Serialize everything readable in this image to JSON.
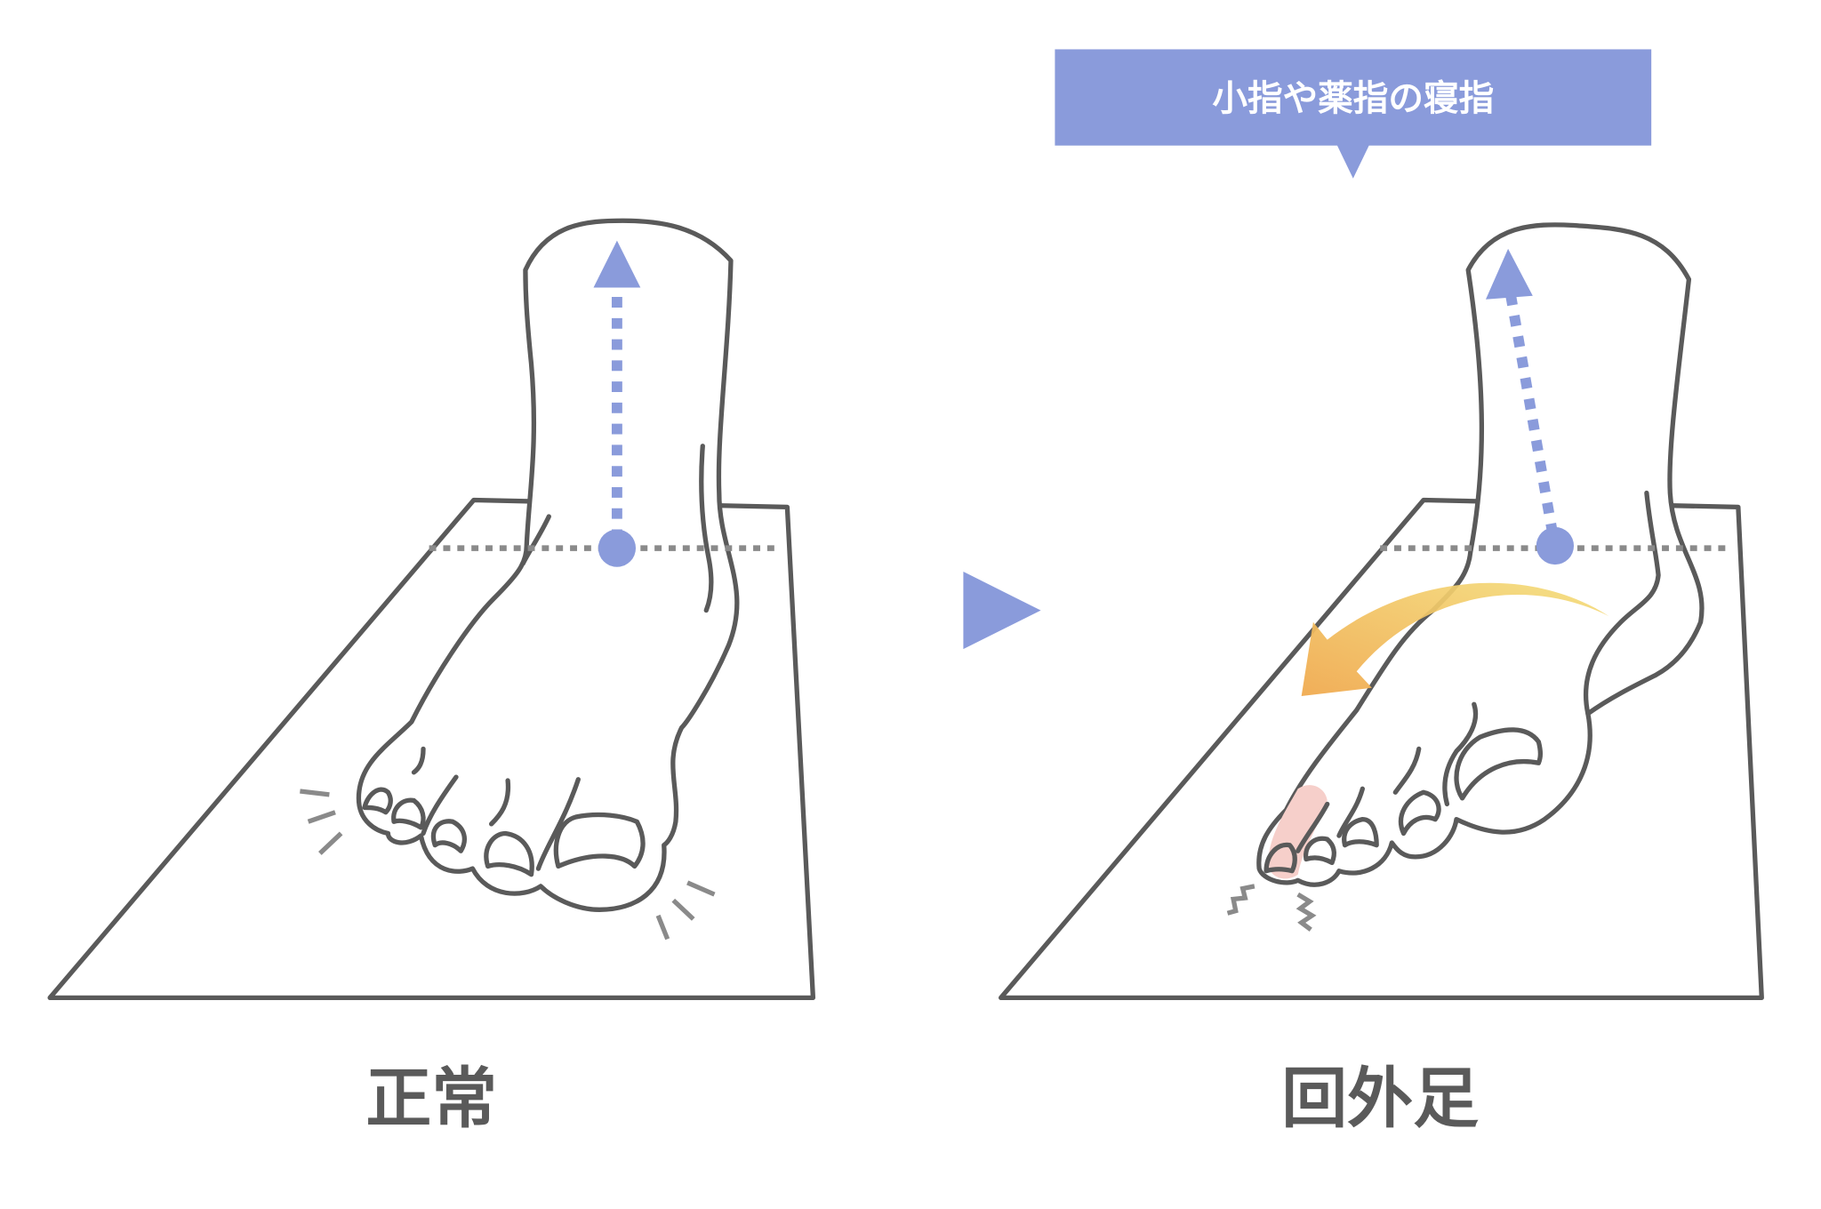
{
  "banner": {
    "text": "小指や薬指の寝指",
    "color": "#8a9bdb"
  },
  "left_panel": {
    "label": "正常"
  },
  "right_panel": {
    "label": "回外足"
  },
  "colors": {
    "line": "#5a5a5a",
    "axis": "#8a9bdb",
    "arrow": "#f0b050",
    "highlight": "#f6cfca"
  }
}
